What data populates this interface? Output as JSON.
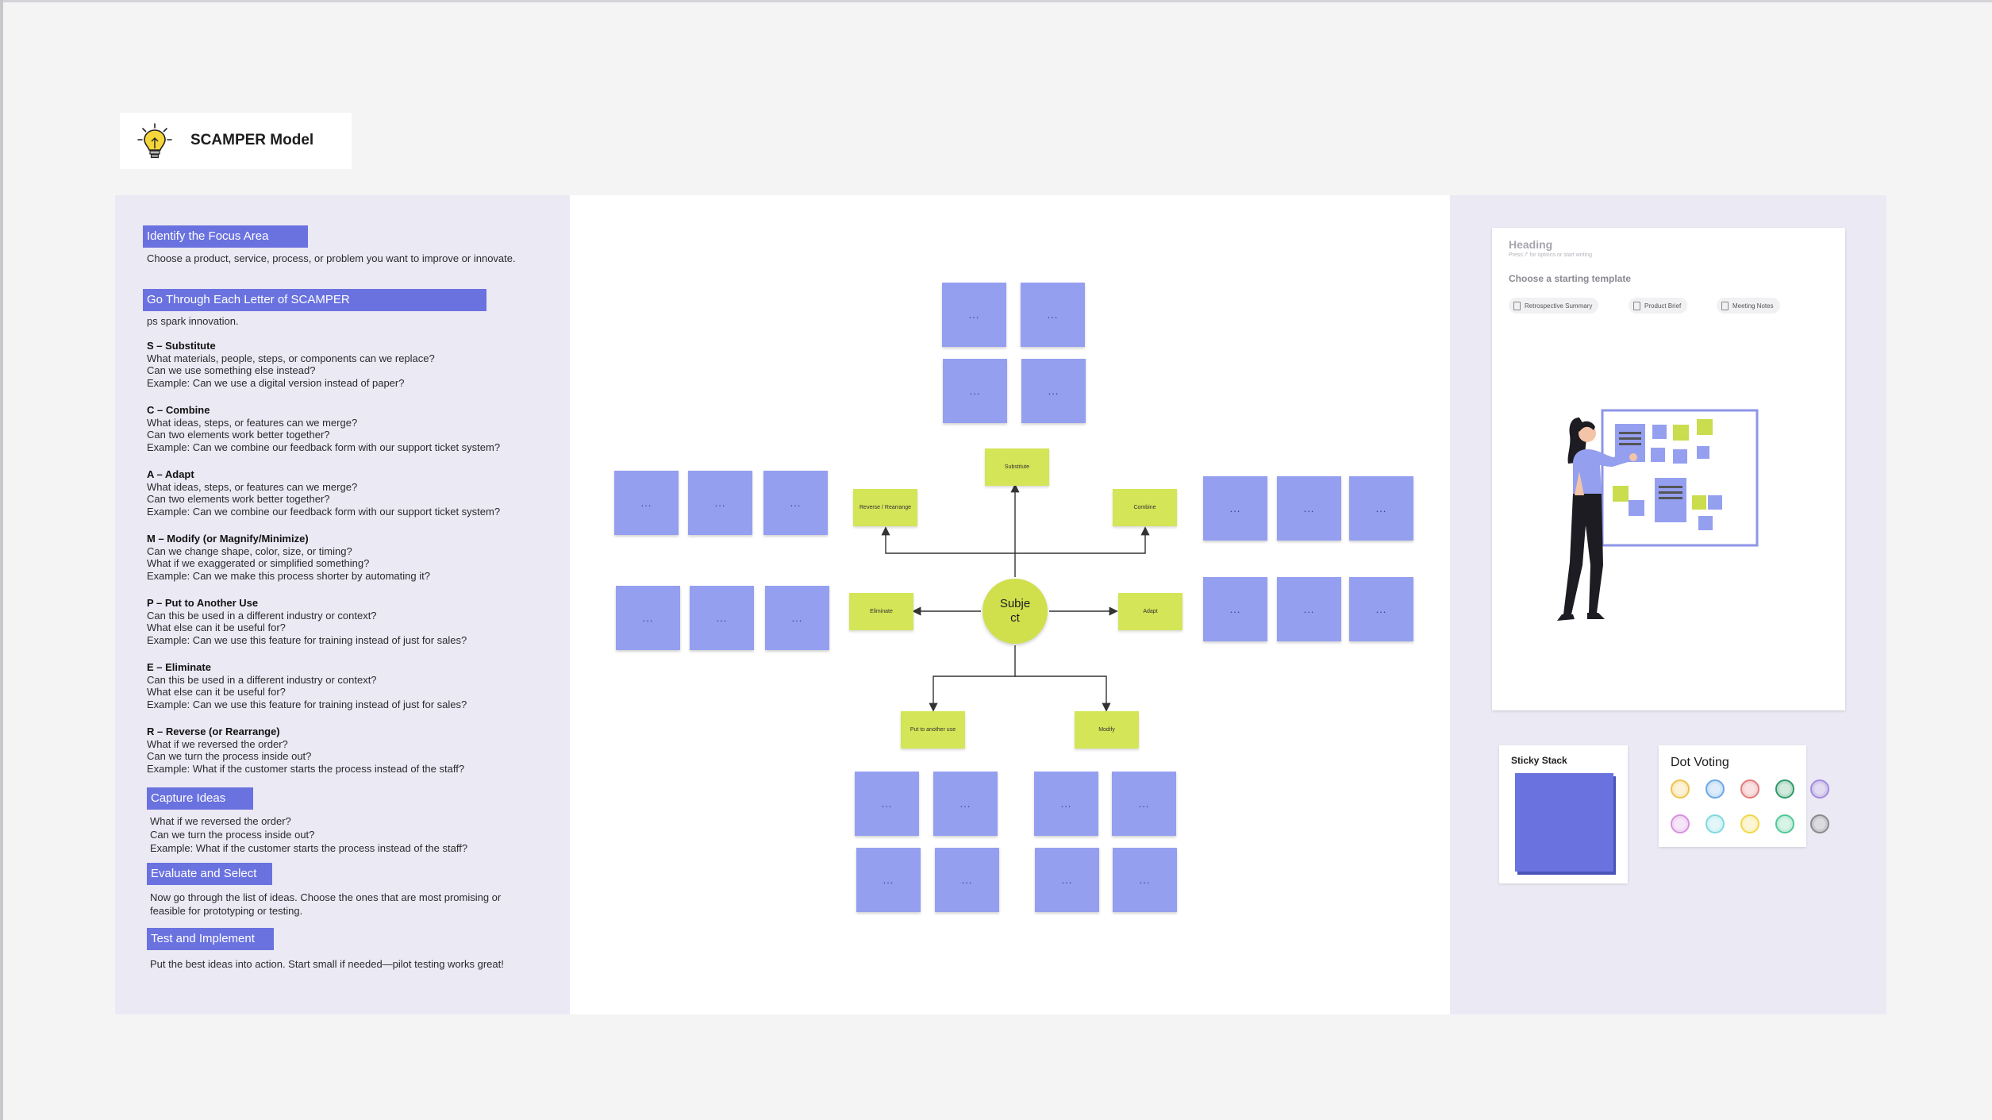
{
  "board": {
    "title": "SCAMPER Model"
  },
  "guide": {
    "sections": {
      "focus": {
        "heading": "Identify the Focus Area",
        "body": "Choose a product, service, process, or problem you want to improve or innovate."
      },
      "letters": {
        "heading": "Go Through Each Letter of SCAMPER",
        "partial_text": "ps spark innovation."
      },
      "capture": {
        "heading": "Capture Ideas",
        "lines": [
          "What if we reversed the order?",
          "Can we turn the process inside out?",
          "Example: What if the customer starts the process instead of the staff?"
        ]
      },
      "evaluate": {
        "heading": "Evaluate and Select",
        "lines": [
          "Now go through the list of ideas. Choose the ones that are most promising or",
          "feasible for prototyping or testing."
        ]
      },
      "test": {
        "heading": "Test and Implement",
        "body": "Put the best ideas into action. Start small if needed—pilot testing works great!"
      }
    },
    "letters": [
      {
        "title": "S – Substitute",
        "lines": [
          "What materials, people, steps, or components can we replace?",
          "Can we use something else instead?",
          "Example: Can we use a digital version instead of paper?"
        ]
      },
      {
        "title": "C – Combine",
        "lines": [
          "What ideas, steps, or features can we merge?",
          "Can two elements work better together?",
          "Example: Can we combine our feedback form with our support ticket system?"
        ]
      },
      {
        "title": "A – Adapt",
        "lines": [
          "What ideas, steps, or features can we merge?",
          "Can two elements work better together?",
          "Example: Can we combine our feedback form with our support ticket system?"
        ]
      },
      {
        "title": "M – Modify (or Magnify/Minimize)",
        "lines": [
          "Can we change shape, color, size, or timing?",
          "What if we exaggerated or simplified something?",
          "Example: Can we make this process shorter by automating it?"
        ]
      },
      {
        "title": "P – Put to Another Use",
        "lines": [
          "Can this be used in a different industry or context?",
          "What else can it be useful for?",
          "Example: Can we use this feature for training instead of just for sales?"
        ]
      },
      {
        "title": "E – Eliminate",
        "lines": [
          "Can this be used in a different industry or context?",
          "What else can it be useful for?",
          "Example: Can we use this feature for training instead of just for sales?"
        ]
      },
      {
        "title": "R – Reverse (or Rearrange)",
        "lines": [
          "What if we reversed the order?",
          "Can we turn the process inside out?",
          "Example: What if the customer starts the process instead of the staff?"
        ]
      }
    ]
  },
  "mindmap": {
    "subject": "Subject",
    "branches": {
      "substitute": "Substitute",
      "reverse": "Reverse / Rearrange",
      "combine": "Combine",
      "eliminate": "Eliminate",
      "adapt": "Adapt",
      "put": "Put to another use",
      "modify": "Modify"
    },
    "sticky_text": "...",
    "colors": {
      "sticky": "#959ff0",
      "branch": "#d4e557",
      "subject": "#cfe04c"
    }
  },
  "doc_template": {
    "heading": "Heading",
    "hint": "Press '/' for options or start writing",
    "prompt": "Choose a starting template",
    "templates": [
      "Retrospective Summary",
      "Product Brief",
      "Meeting Notes"
    ]
  },
  "widgets": {
    "sticky_stack": {
      "label": "Sticky Stack",
      "color": "#6a72df"
    },
    "dot_voting": {
      "label": "Dot Voting",
      "dots": [
        "#f0c24a",
        "#6aa7e8",
        "#e37a7a",
        "#2f9a6a",
        "#a58be0",
        "#d88fe0",
        "#7fd8e0",
        "#efd84a",
        "#4fc996",
        "#8a8a8a"
      ]
    }
  }
}
